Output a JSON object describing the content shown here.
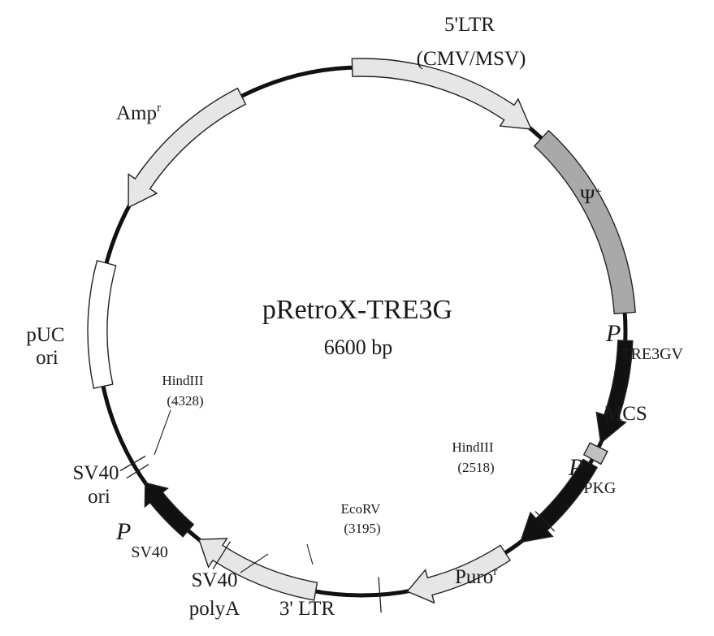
{
  "plasmid": {
    "name": "pRetroX-TRE3G",
    "size": "6600 bp"
  },
  "features": {
    "ltr5": {
      "line1": "5'LTR",
      "line2": "(CMV/MSV)"
    },
    "psi": {
      "base": "Ψ",
      "sup": "+"
    },
    "ptre3gv": {
      "p": "P",
      "sub": "TRE3GV"
    },
    "mcs": {
      "label": "MCS"
    },
    "ppkg": {
      "p": "P",
      "sub": "PKG"
    },
    "puro": {
      "base": "Puro",
      "sup": "r"
    },
    "ltr3": {
      "label": "3' LTR"
    },
    "sv40polya": {
      "line1": "SV40",
      "line2": "polyA"
    },
    "psv40": {
      "p": "P",
      "sub": "SV40"
    },
    "sv40ori": {
      "line1": "SV40",
      "line2": "ori"
    },
    "puc": {
      "line1": "pUC",
      "line2": "ori"
    },
    "amp": {
      "base": "Amp",
      "sup": "r"
    }
  },
  "sites": {
    "hindiii_2518": {
      "name": "HindIII",
      "pos": "(2518)"
    },
    "ecorv_3195": {
      "name": "EcoRV",
      "pos": "(3195)"
    },
    "hindiii_4328": {
      "name": "HindIII",
      "pos": "(4328)"
    }
  },
  "colors": {
    "backbone": "#111111",
    "light_feature": "#e6e6e6",
    "psi_feature": "#a9a9a9",
    "promoter": "#111111",
    "mcs": "#c0c0c0",
    "ori": "#ffffff"
  }
}
